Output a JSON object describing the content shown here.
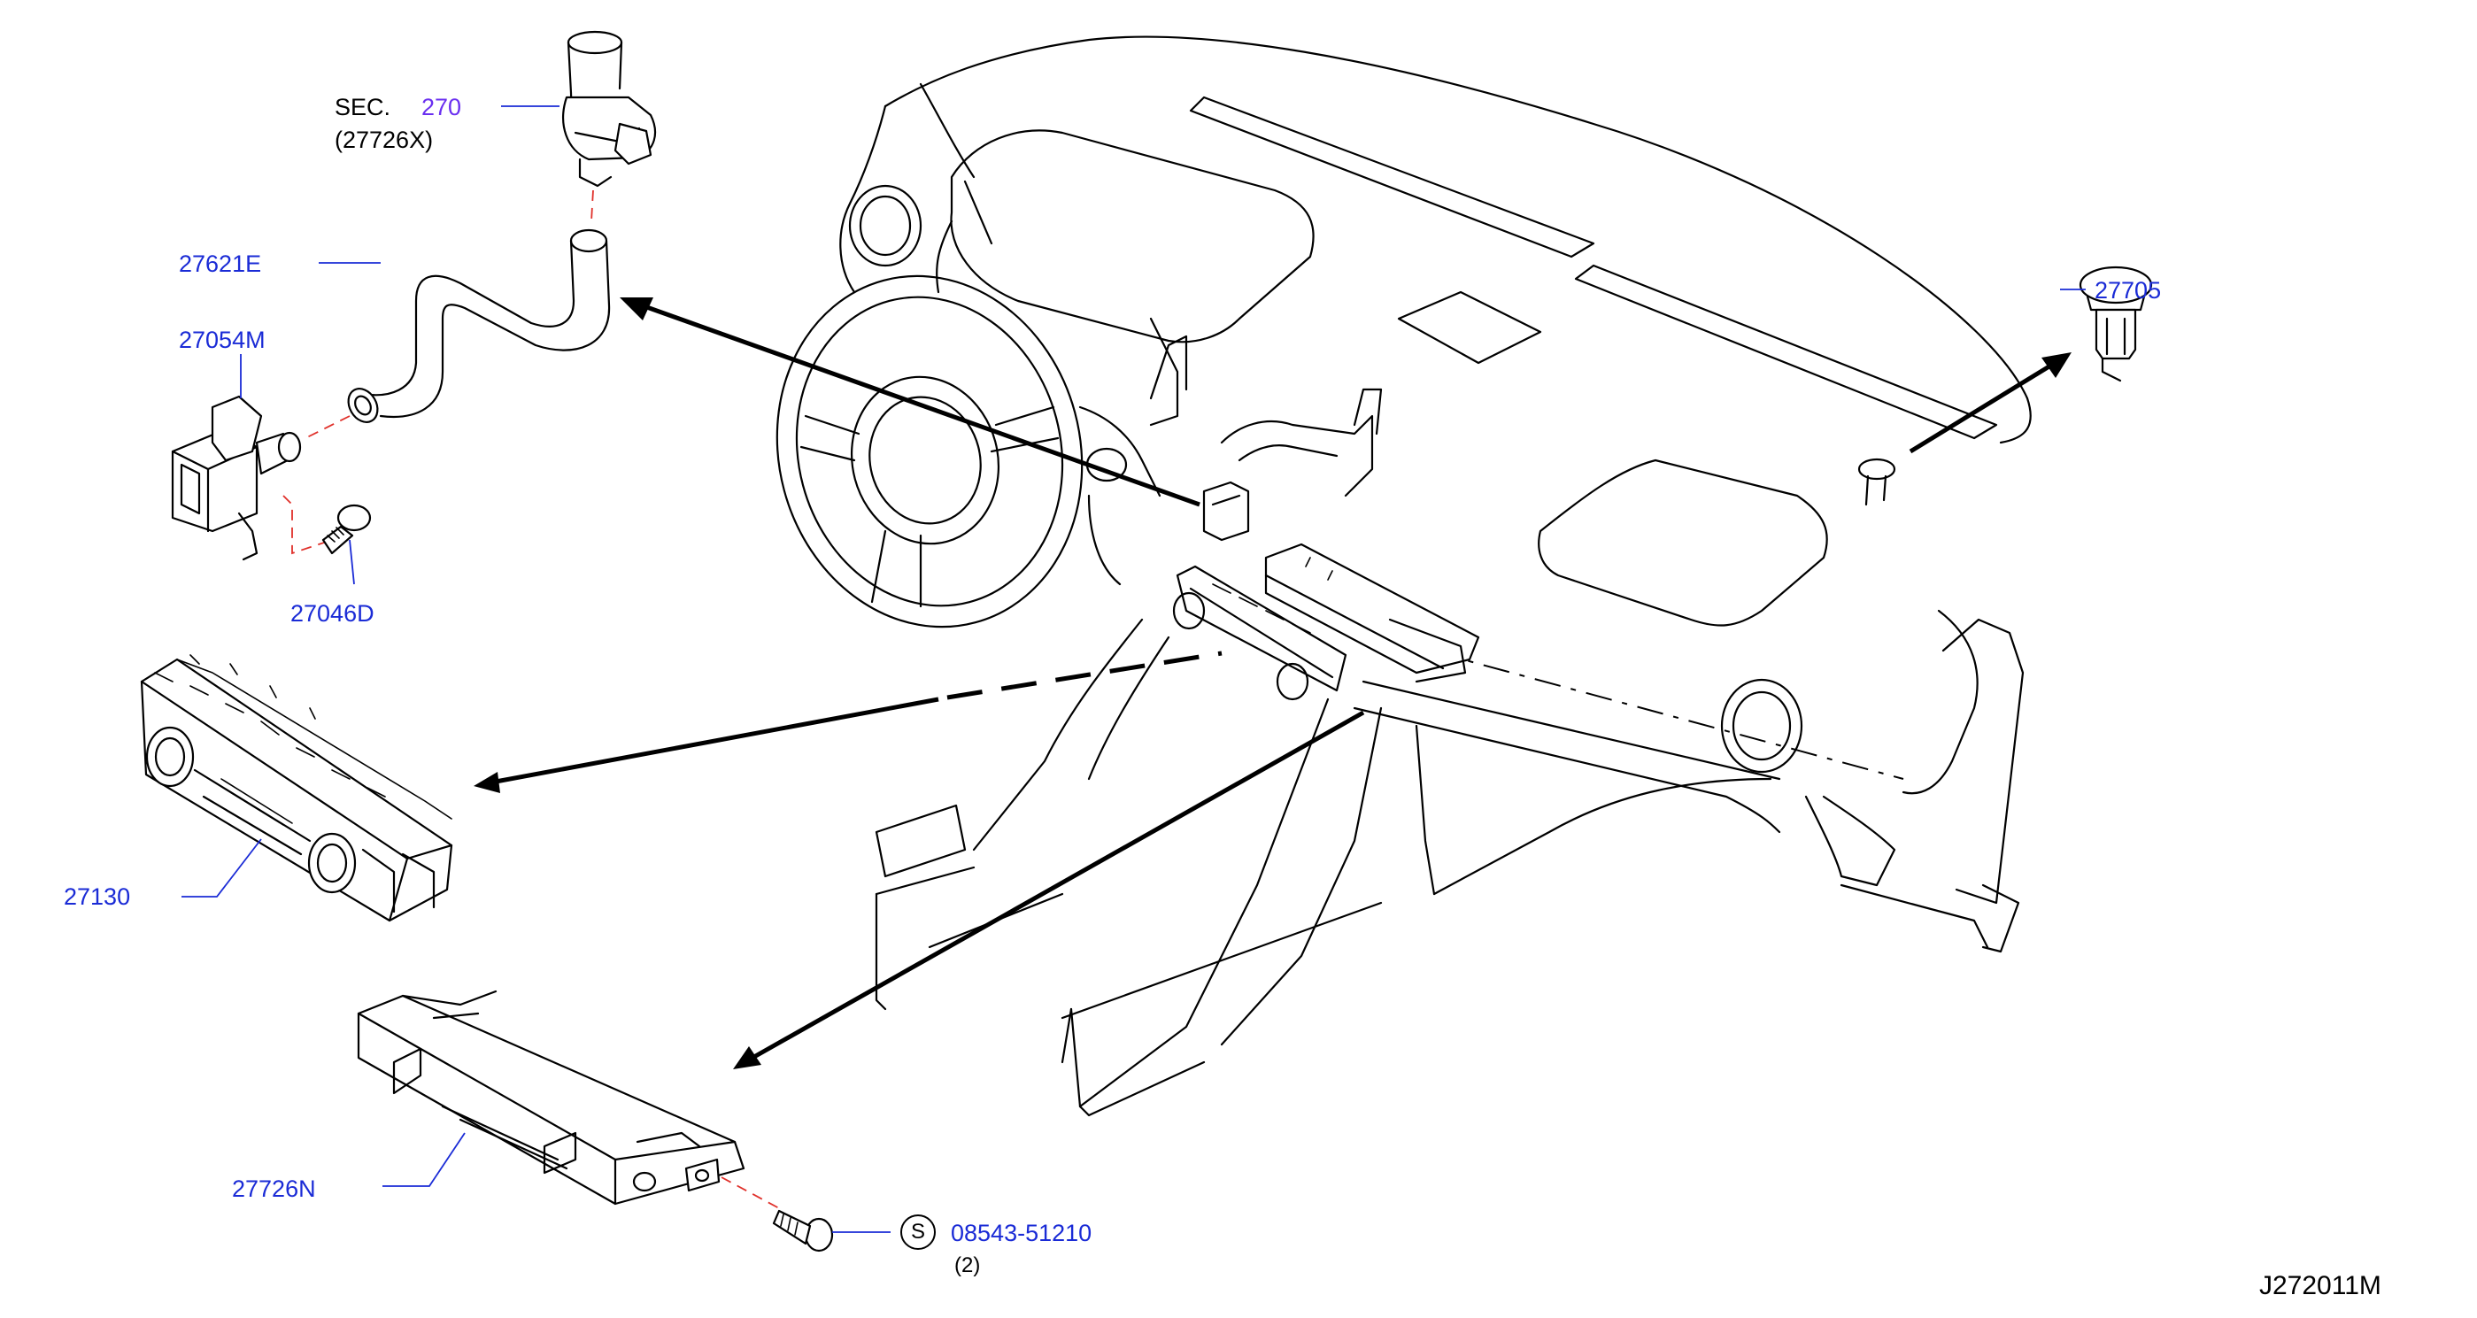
{
  "labels": {
    "sec_prefix": "SEC.",
    "sec_number": "270",
    "sec_sub": "(27726X)",
    "p27621E": "27621E",
    "p27054M": "27054M",
    "p27046D": "27046D",
    "p27130": "27130",
    "p27726N": "27726N",
    "p27705": "27705",
    "screw_symbol": "S",
    "screw_part": "08543-51210",
    "screw_qty": "(2)",
    "diagram_code": "J272011M"
  },
  "colors": {
    "part_label": "#1a2bd6",
    "section_ref": "#6a2ff0",
    "dashed_guide": "#e0302a",
    "line_art": "#000000"
  }
}
